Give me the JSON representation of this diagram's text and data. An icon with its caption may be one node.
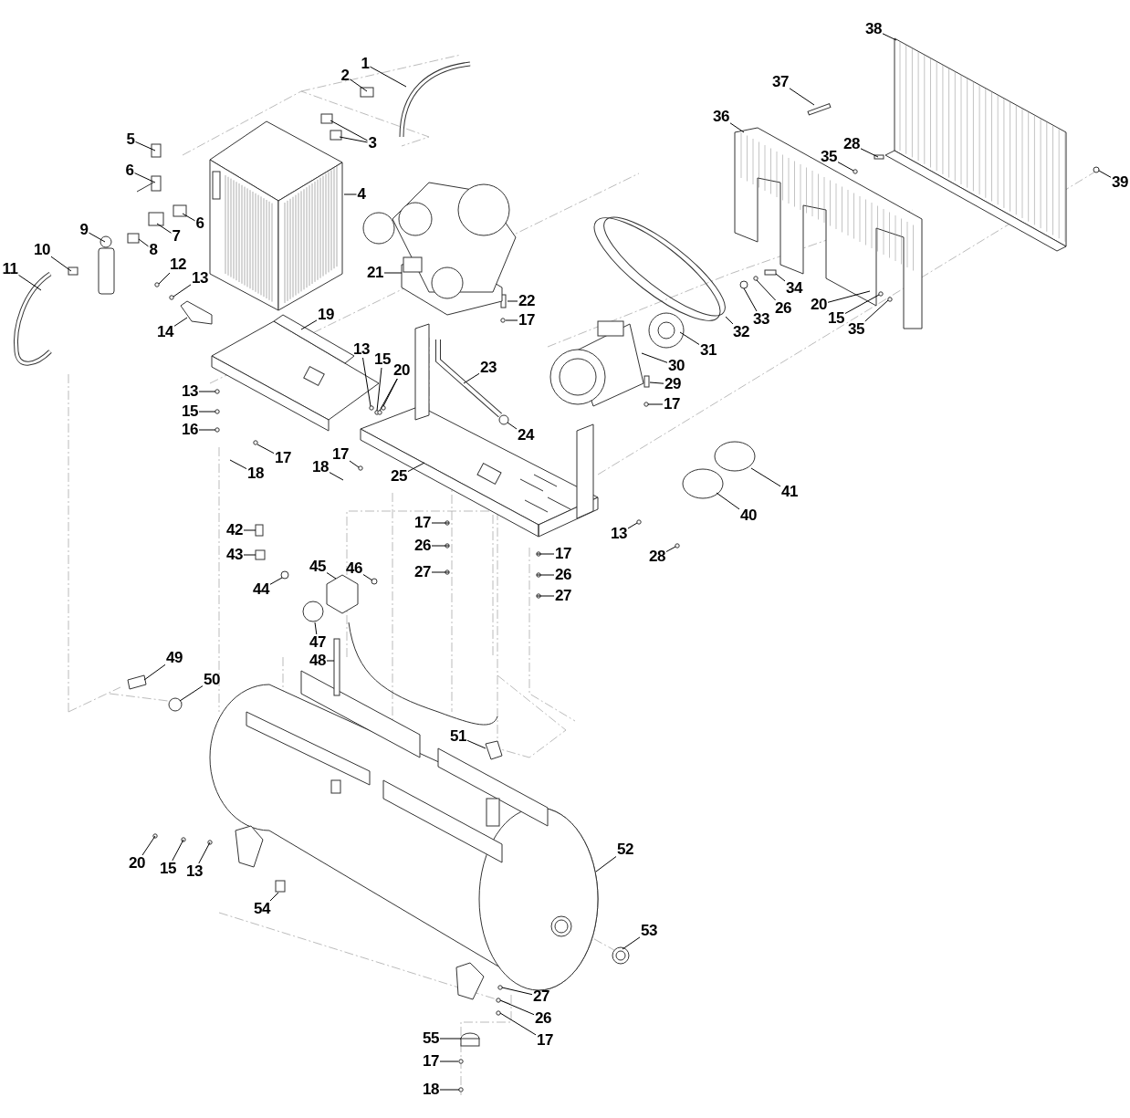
{
  "diagram": {
    "nodes": [
      {
        "text": [
          "1"
        ]
      },
      {
        "text": [
          "2"
        ]
      },
      {
        "text": [
          "3"
        ]
      },
      {
        "text": [
          "4"
        ]
      },
      {
        "text": [
          "5"
        ]
      },
      {
        "text": [
          "6"
        ]
      },
      {
        "text": [
          "6"
        ]
      },
      {
        "text": [
          "7"
        ]
      },
      {
        "text": [
          "8"
        ]
      },
      {
        "text": [
          "9"
        ]
      },
      {
        "text": [
          "10"
        ]
      },
      {
        "text": [
          "11"
        ]
      },
      {
        "text": [
          "12"
        ]
      },
      {
        "text": [
          "13"
        ]
      },
      {
        "text": [
          "14"
        ]
      },
      {
        "text": [
          "19"
        ]
      },
      {
        "text": [
          "21"
        ]
      },
      {
        "text": [
          "13"
        ]
      },
      {
        "text": [
          "15"
        ]
      },
      {
        "text": [
          "20"
        ]
      },
      {
        "text": [
          "22"
        ]
      },
      {
        "text": [
          "17"
        ]
      },
      {
        "text": [
          "23"
        ]
      },
      {
        "text": [
          "24"
        ]
      },
      {
        "text": [
          "13"
        ]
      },
      {
        "text": [
          "15"
        ]
      },
      {
        "text": [
          "16"
        ]
      },
      {
        "text": [
          "17"
        ]
      },
      {
        "text": [
          "18"
        ]
      },
      {
        "text": [
          "17"
        ]
      },
      {
        "text": [
          "18"
        ]
      },
      {
        "text": [
          "25"
        ]
      },
      {
        "text": [
          "30"
        ]
      },
      {
        "text": [
          "31"
        ]
      },
      {
        "text": [
          "32"
        ]
      },
      {
        "text": [
          "29"
        ]
      },
      {
        "text": [
          "17"
        ]
      },
      {
        "text": [
          "33"
        ]
      },
      {
        "text": [
          "26"
        ]
      },
      {
        "text": [
          "34"
        ]
      },
      {
        "text": [
          "20"
        ]
      },
      {
        "text": [
          "15"
        ]
      },
      {
        "text": [
          "35"
        ]
      },
      {
        "text": [
          "35"
        ]
      },
      {
        "text": [
          "28"
        ]
      },
      {
        "text": [
          "36"
        ]
      },
      {
        "text": [
          "37"
        ]
      },
      {
        "text": [
          "38"
        ]
      },
      {
        "text": [
          "39"
        ]
      },
      {
        "text": [
          "41"
        ]
      },
      {
        "text": [
          "40"
        ]
      },
      {
        "text": [
          "13"
        ]
      },
      {
        "text": [
          "28"
        ]
      },
      {
        "text": [
          "17"
        ]
      },
      {
        "text": [
          "26"
        ]
      },
      {
        "text": [
          "27"
        ]
      },
      {
        "text": [
          "17"
        ]
      },
      {
        "text": [
          "26"
        ]
      },
      {
        "text": [
          "27"
        ]
      },
      {
        "text": [
          "42"
        ]
      },
      {
        "text": [
          "43"
        ]
      },
      {
        "text": [
          "44"
        ]
      },
      {
        "text": [
          "45"
        ]
      },
      {
        "text": [
          "46"
        ]
      },
      {
        "text": [
          "47"
        ]
      },
      {
        "text": [
          "48"
        ]
      },
      {
        "text": [
          "49"
        ]
      },
      {
        "text": [
          "50"
        ]
      },
      {
        "text": [
          "51"
        ]
      },
      {
        "text": [
          "52"
        ]
      },
      {
        "text": [
          "53"
        ]
      },
      {
        "text": [
          "54"
        ]
      },
      {
        "text": [
          "20"
        ]
      },
      {
        "text": [
          "15"
        ]
      },
      {
        "text": [
          "13"
        ]
      },
      {
        "text": [
          "27"
        ]
      },
      {
        "text": [
          "26"
        ]
      },
      {
        "text": [
          "17"
        ]
      },
      {
        "text": [
          "55"
        ]
      },
      {
        "text": [
          "17"
        ]
      },
      {
        "text": [
          "18"
        ]
      }
    ],
    "edges": [
      {
        "from": 0,
        "to": null,
        "arrow": "none"
      },
      {
        "from": 1,
        "to": null,
        "arrow": "none"
      },
      {
        "from": 2,
        "to": null,
        "arrow": "none"
      },
      {
        "from": 2,
        "to": null,
        "arrow": "none"
      },
      {
        "from": 3,
        "to": null,
        "arrow": "none"
      },
      {
        "from": 4,
        "to": null,
        "arrow": "none"
      },
      {
        "from": 5,
        "to": null,
        "arrow": "none"
      },
      {
        "from": 6,
        "to": null,
        "arrow": "none"
      },
      {
        "from": 7,
        "to": null,
        "arrow": "none"
      },
      {
        "from": 8,
        "to": null,
        "arrow": "none"
      },
      {
        "from": 9,
        "to": null,
        "arrow": "none"
      },
      {
        "from": 10,
        "to": null,
        "arrow": "none"
      },
      {
        "from": 11,
        "to": null,
        "arrow": "none"
      },
      {
        "from": 12,
        "to": null,
        "arrow": "none"
      },
      {
        "from": 13,
        "to": null,
        "arrow": "none"
      },
      {
        "from": 14,
        "to": null,
        "arrow": "none"
      },
      {
        "from": 15,
        "to": null,
        "arrow": "none"
      },
      {
        "from": 16,
        "to": null,
        "arrow": "none"
      },
      {
        "from": 17,
        "to": null,
        "arrow": "none"
      },
      {
        "from": 18,
        "to": null,
        "arrow": "none"
      },
      {
        "from": 19,
        "to": null,
        "arrow": "none"
      },
      {
        "from": 19,
        "to": null,
        "arrow": "none"
      },
      {
        "from": 20,
        "to": null,
        "arrow": "none"
      },
      {
        "from": 21,
        "to": null,
        "arrow": "none"
      },
      {
        "from": 22,
        "to": null,
        "arrow": "none"
      },
      {
        "from": 23,
        "to": null,
        "arrow": "none"
      },
      {
        "from": 24,
        "to": null,
        "arrow": "none"
      },
      {
        "from": 25,
        "to": null,
        "arrow": "none"
      },
      {
        "from": 26,
        "to": null,
        "arrow": "none"
      },
      {
        "from": 27,
        "to": null,
        "arrow": "none"
      },
      {
        "from": 28,
        "to": null,
        "arrow": "none"
      },
      {
        "from": 29,
        "to": null,
        "arrow": "none"
      },
      {
        "from": 30,
        "to": null,
        "arrow": "none"
      },
      {
        "from": 31,
        "to": null,
        "arrow": "none"
      },
      {
        "from": 32,
        "to": null,
        "arrow": "none"
      },
      {
        "from": 33,
        "to": null,
        "arrow": "none"
      },
      {
        "from": 34,
        "to": null,
        "arrow": "none"
      },
      {
        "from": 35,
        "to": null,
        "arrow": "none"
      },
      {
        "from": 36,
        "to": null,
        "arrow": "none"
      },
      {
        "from": 37,
        "to": null,
        "arrow": "none"
      },
      {
        "from": 38,
        "to": null,
        "arrow": "none"
      },
      {
        "from": 39,
        "to": null,
        "arrow": "none"
      },
      {
        "from": 40,
        "to": null,
        "arrow": "none"
      },
      {
        "from": 41,
        "to": null,
        "arrow": "none"
      },
      {
        "from": 42,
        "to": null,
        "arrow": "none"
      },
      {
        "from": 43,
        "to": null,
        "arrow": "none"
      },
      {
        "from": 44,
        "to": null,
        "arrow": "none"
      },
      {
        "from": 45,
        "to": null,
        "arrow": "none"
      },
      {
        "from": 46,
        "to": null,
        "arrow": "none"
      },
      {
        "from": 47,
        "to": null,
        "arrow": "none"
      },
      {
        "from": 48,
        "to": null,
        "arrow": "none"
      },
      {
        "from": 49,
        "to": null,
        "arrow": "none"
      },
      {
        "from": 50,
        "to": null,
        "arrow": "none"
      },
      {
        "from": 51,
        "to": null,
        "arrow": "none"
      },
      {
        "from": 52,
        "to": null,
        "arrow": "none"
      },
      {
        "from": 53,
        "to": null,
        "arrow": "none"
      },
      {
        "from": 54,
        "to": null,
        "arrow": "none"
      },
      {
        "from": 55,
        "to": null,
        "arrow": "none"
      },
      {
        "from": 56,
        "to": null,
        "arrow": "none"
      },
      {
        "from": 57,
        "to": null,
        "arrow": "none"
      },
      {
        "from": 58,
        "to": null,
        "arrow": "none"
      },
      {
        "from": 59,
        "to": null,
        "arrow": "none"
      },
      {
        "from": 60,
        "to": null,
        "arrow": "none"
      },
      {
        "from": 61,
        "to": null,
        "arrow": "none"
      },
      {
        "from": 62,
        "to": null,
        "arrow": "none"
      },
      {
        "from": 63,
        "to": null,
        "arrow": "none"
      },
      {
        "from": 64,
        "to": null,
        "arrow": "none"
      },
      {
        "from": 65,
        "to": null,
        "arrow": "none"
      },
      {
        "from": 66,
        "to": null,
        "arrow": "none"
      },
      {
        "from": 67,
        "to": null,
        "arrow": "none"
      },
      {
        "from": 68,
        "to": null,
        "arrow": "none"
      },
      {
        "from": 69,
        "to": null,
        "arrow": "none"
      },
      {
        "from": 70,
        "to": null,
        "arrow": "none"
      },
      {
        "from": 71,
        "to": null,
        "arrow": "none"
      },
      {
        "from": 72,
        "to": null,
        "arrow": "none"
      },
      {
        "from": 73,
        "to": null,
        "arrow": "none"
      },
      {
        "from": 74,
        "to": null,
        "arrow": "none"
      },
      {
        "from": 75,
        "to": null,
        "arrow": "none"
      },
      {
        "from": 76,
        "to": null,
        "arrow": "none"
      },
      {
        "from": 77,
        "to": null,
        "arrow": "none"
      },
      {
        "from": 78,
        "to": null,
        "arrow": "none"
      },
      {
        "from": 79,
        "to": null,
        "arrow": "none"
      },
      {
        "from": 80,
        "to": null,
        "arrow": "none"
      }
    ]
  }
}
